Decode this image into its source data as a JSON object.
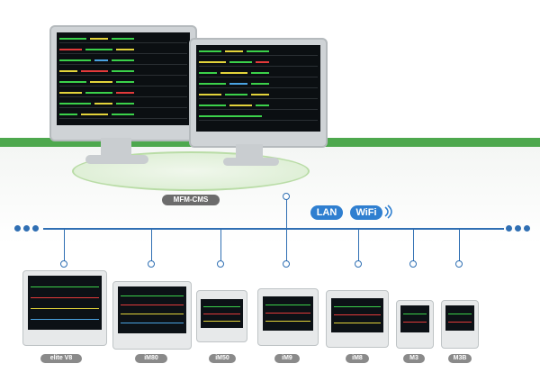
{
  "system_label": "MFM-CMS",
  "badges": {
    "lan": "LAN",
    "wifi": "WiFi"
  },
  "devices": [
    {
      "name": "elite V8"
    },
    {
      "name": "iM80"
    },
    {
      "name": "iM50"
    },
    {
      "name": "iM9"
    },
    {
      "name": "iM8"
    },
    {
      "name": "M3"
    },
    {
      "name": "M3B"
    }
  ],
  "colors": {
    "bus": "#2f6fb3",
    "band": "#4ea84e",
    "badge": "#2f7fd0"
  }
}
